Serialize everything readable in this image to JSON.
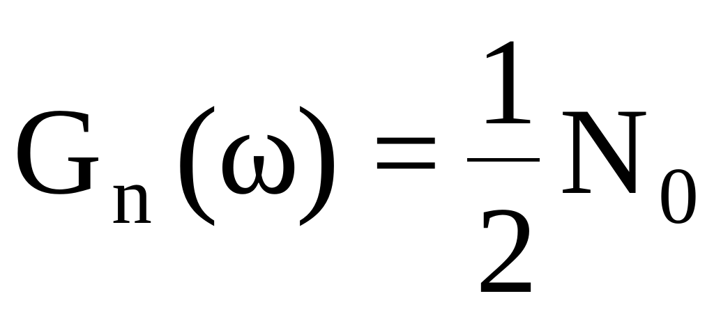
{
  "equation": {
    "function_symbol": "G",
    "function_subscript": "n",
    "open_paren": "(",
    "argument": "ω",
    "close_paren": ")",
    "equals_sign": "=",
    "fraction": {
      "numerator": "1",
      "denominator": "2"
    },
    "noise_symbol": "N",
    "noise_subscript": "0"
  }
}
